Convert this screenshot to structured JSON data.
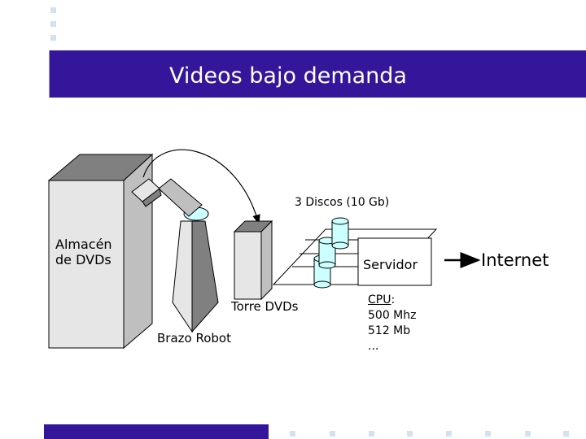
{
  "slide": {
    "title": "Videos bajo demanda"
  },
  "diagram": {
    "storage_label_line1": "Almacén",
    "storage_label_line2": "de DVDs",
    "disks_label": "3 Discos (10 Gb)",
    "server_label": "Servidor",
    "internet_label": "Internet",
    "tower_label": "Torre DVDs",
    "robot_label": "Brazo Robot",
    "specs": {
      "cpu_label": "CPU",
      "cpu_suffix": ":",
      "line2": "500 Mhz",
      "line3": "512 Mb",
      "line4": "..."
    }
  },
  "colors": {
    "title_bar": "#33169a",
    "title_text": "#ffffff",
    "shape_fill_light": "#e6e6e6",
    "shape_fill_mid": "#bfbfbf",
    "shape_fill_dark": "#808080",
    "disk_fill": "#ccffff"
  },
  "icons": [
    "storage-cabinet-icon",
    "robot-arm-icon",
    "dvd-tower-icon",
    "disk-icon",
    "server-icon",
    "arrow-icon"
  ]
}
